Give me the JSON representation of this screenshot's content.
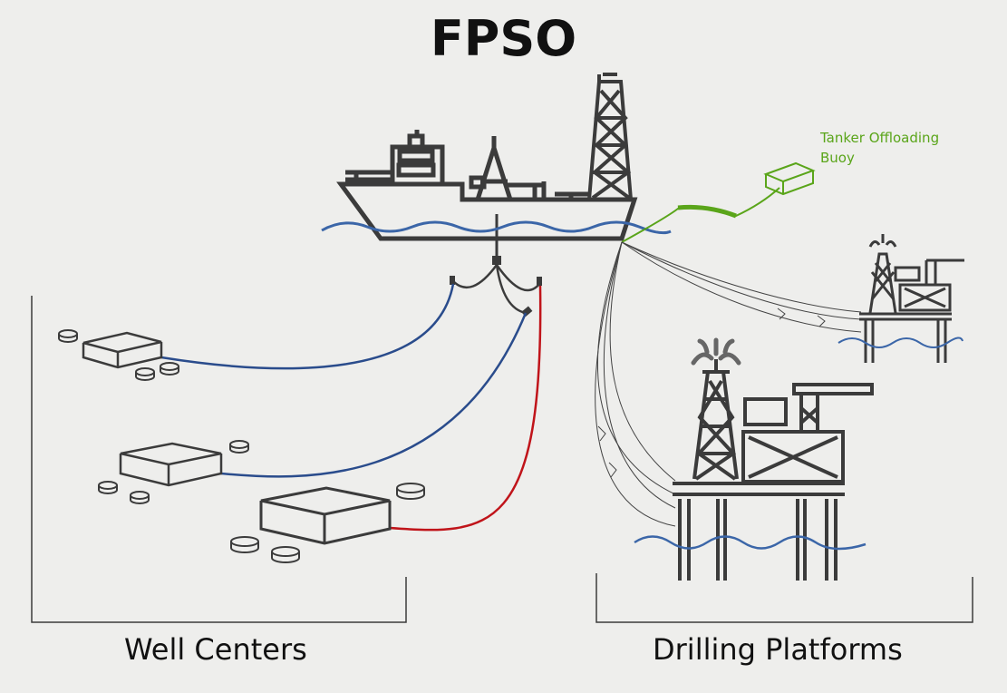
{
  "title": "FPSO",
  "labels": {
    "buoy_line1": "Tanker Offloading",
    "buoy_line2": "Buoy",
    "well_centers": "Well Centers",
    "drilling_platforms": "Drilling Platforms"
  },
  "colors": {
    "background": "#eeeeec",
    "structure": "#3b3b3b",
    "water": "#3b66a8",
    "flowline_blue": "#2a4c8c",
    "flowline_red": "#c0141a",
    "buoy_green": "#5aa51a"
  }
}
